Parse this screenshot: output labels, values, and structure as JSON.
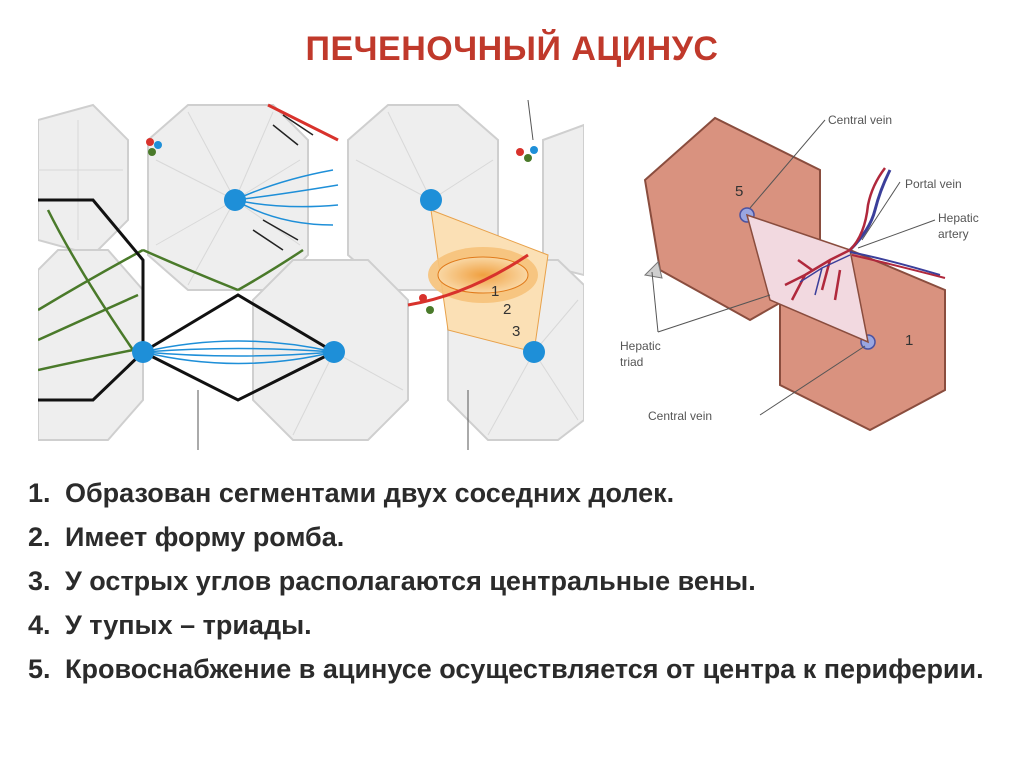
{
  "title": "ПЕЧЕНОЧНЫЙ АЦИНУС",
  "right_figure": {
    "labels": {
      "central_vein_top": "Central vein",
      "portal_vein": "Portal vein",
      "hepatic_artery_1": "Hepatic",
      "hepatic_artery_2": "artery",
      "hepatic_triad_1": "Hepatic",
      "hepatic_triad_2": "triad",
      "central_vein_bottom": "Central vein",
      "lobule_5": "5",
      "lobule_1": "1"
    }
  },
  "left_figure": {
    "zone_labels": [
      "1",
      "2",
      "3"
    ]
  },
  "list": [
    {
      "num": "1.",
      "text": "Образован сегментами двух соседних долек."
    },
    {
      "num": "2.",
      "text": "Имеет форму ромба."
    },
    {
      "num": "3.",
      "text": "У острых углов располагаются центральные вены."
    },
    {
      "num": "4.",
      "text": "У тупых – триады."
    },
    {
      "num": "5.",
      "text": "Кровоснабжение в ацинусе осуществляется от центра к периферии."
    }
  ],
  "colors": {
    "title": "#c0392b",
    "central_vein": "#1e8fd8",
    "lobule_fill_right": "#d9927f",
    "bile_green": "#4a7a2a",
    "artery_red": "#d8322c"
  }
}
